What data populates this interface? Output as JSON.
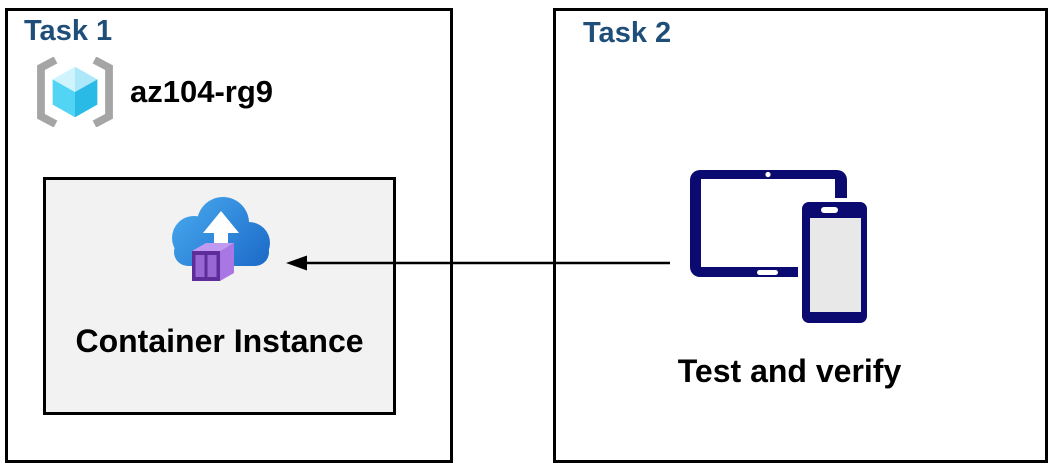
{
  "task1": {
    "title": "Task 1",
    "resource_group_name": "az104-rg9",
    "container_label": "Container Instance"
  },
  "task2": {
    "title": "Task 2",
    "label": "Test and verify"
  },
  "icons": {
    "resource_group": "resource-group-icon",
    "container_instance": "container-instance-icon",
    "devices": "devices-tablet-phone-icon",
    "connector": "left-arrow-connector"
  },
  "colors": {
    "heading_blue": "#1F4E79",
    "text_black": "#000000",
    "box_border": "#000000",
    "inner_box_bg": "#F2F2F2",
    "device_navy": "#0A0A70",
    "device_screen_gray": "#E8E8E8",
    "cloud_blue_light": "#45A5EC",
    "cloud_blue_dark": "#1A67C6",
    "container_front": "#5F2D9A",
    "container_panel": "#9768D2",
    "container_top": "#C09AF0",
    "container_side": "#A977E3",
    "cube_top_light": "#CFF4FD",
    "cube_top": "#ACE8FA",
    "cube_left": "#52D5F5",
    "cube_right": "#29BAE6",
    "bracket_gray": "#A5A5A5",
    "arrow_black": "#000000"
  }
}
